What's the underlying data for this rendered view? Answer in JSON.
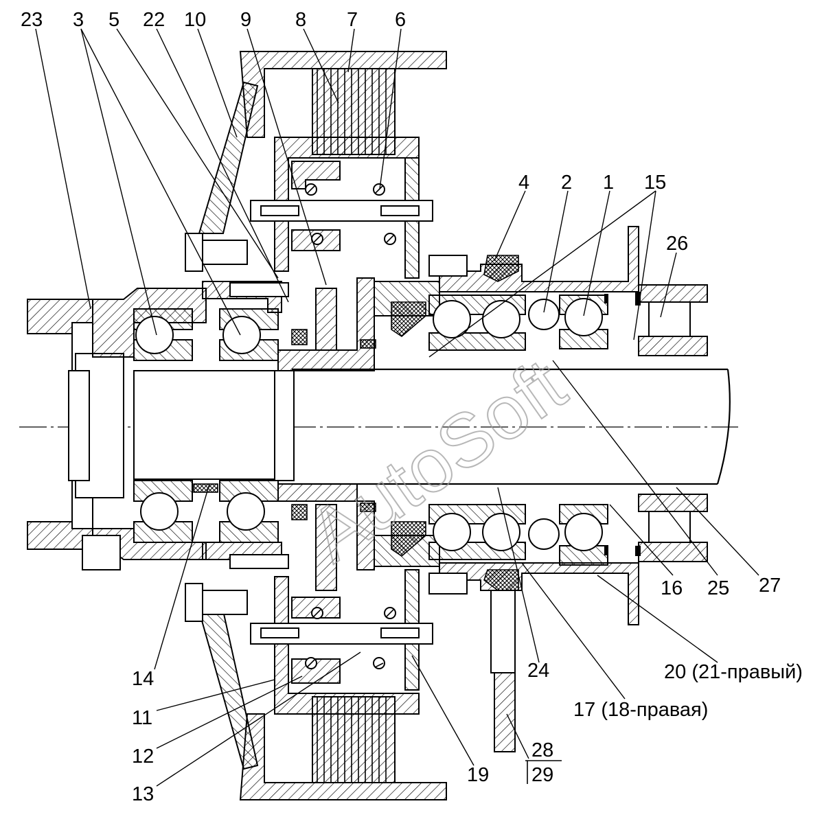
{
  "drawing": {
    "callouts": {
      "c1": "1",
      "c2": "2",
      "c3": "3",
      "c4": "4",
      "c5": "5",
      "c6": "6",
      "c7": "7",
      "c8": "8",
      "c9": "9",
      "c10": "10",
      "c11": "11",
      "c12": "12",
      "c13": "13",
      "c14": "14",
      "c15": "15",
      "c16": "16",
      "c17": "17 (18-правая)",
      "c19": "19",
      "c20": "20 (21-правый)",
      "c22": "22",
      "c23": "23",
      "c24": "24",
      "c25": "25",
      "c26": "26",
      "c27": "27",
      "c28": "28",
      "c29": "29"
    },
    "watermark": "AutoSoft"
  }
}
